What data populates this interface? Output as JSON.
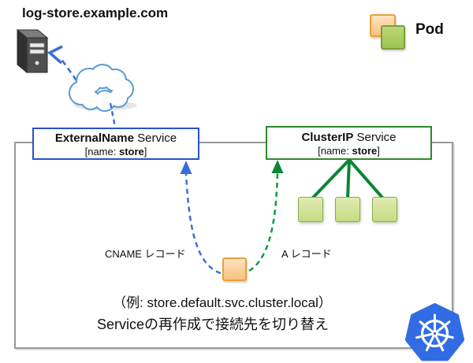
{
  "title": "log-store.example.com",
  "legend": {
    "pod_label": "Pod"
  },
  "external_name_service": {
    "title_bold": "ExternalName",
    "title_rest": " Service",
    "name_prefix": "[name: ",
    "name_value": "store",
    "name_suffix": "]"
  },
  "cluster_ip_service": {
    "title_bold": "ClusterIP",
    "title_rest": " Service",
    "name_prefix": "[name: ",
    "name_value": "store",
    "name_suffix": "]"
  },
  "dns": {
    "cname_label": "CNAME レコード",
    "a_label": "A レコード"
  },
  "footer": {
    "example": "（例: store.default.svc.cluster.local）",
    "note": "Serviceの再作成で接続先を切り替え"
  },
  "icons": {
    "server": "server-icon",
    "cloud": "cloud-icon",
    "kubernetes": "kubernetes-logo",
    "pod": "pod-icon"
  },
  "colors": {
    "external_blue": "#2b52c6",
    "arrow_blue": "#3a6fd8",
    "cluster_green": "#2c8a2c",
    "arrow_green": "#0f9d3f",
    "fan_green": "#0b8634",
    "pod_fill": "#c8dc82",
    "pod_border": "#8aaa50",
    "orange_fill": "#f9c27c",
    "orange_border": "#e8a13c",
    "cloud_blue": "#5b9bd5",
    "kubernetes_blue": "#326ce5",
    "boundary_gray": "#9a9a9a"
  }
}
